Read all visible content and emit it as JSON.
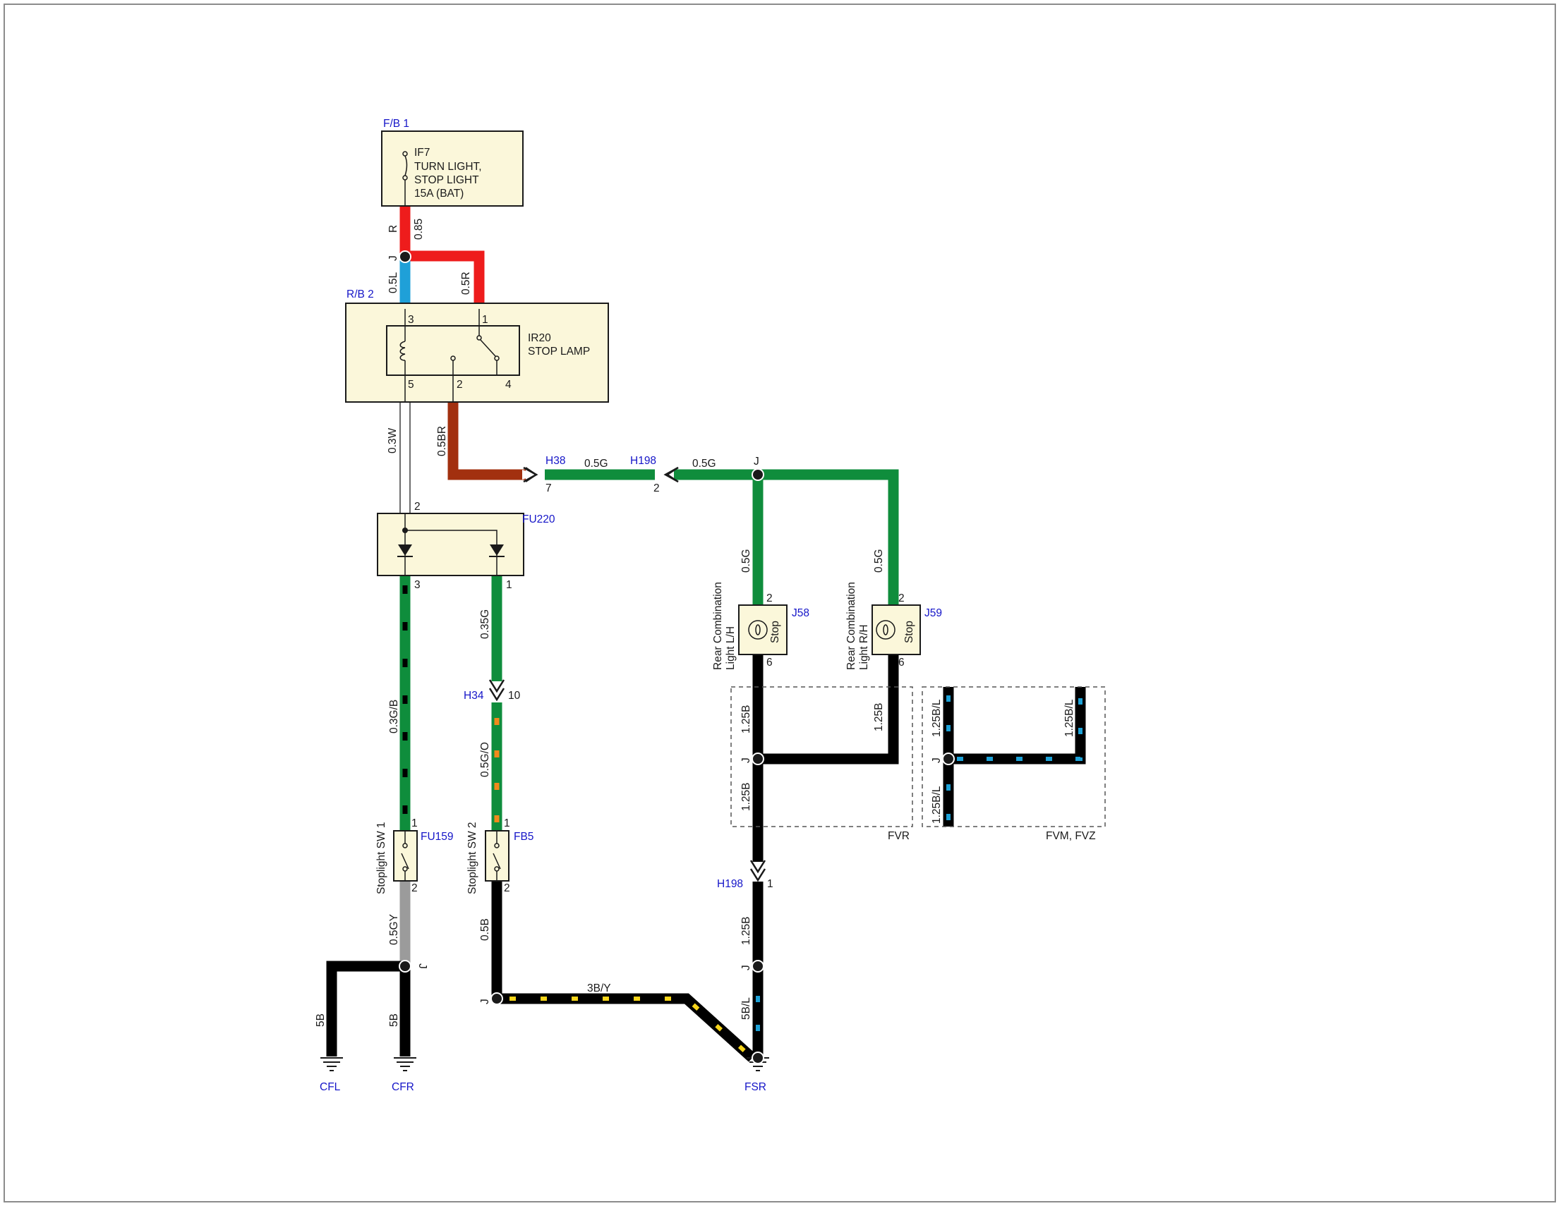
{
  "colors": {
    "red": "#ee1c1c",
    "blue": "#1fa0d8",
    "brown": "#a2300f",
    "green": "#0f8d3c",
    "black": "#000000",
    "gray": "#9b9b9b",
    "white_wire_outline": "#6e6e6e",
    "component_fill": "#fbf7da",
    "connector_label": "#1515c8",
    "stripe_orange": "#f28a1c",
    "stripe_yellow": "#f7d51a",
    "stripe_cyan": "#1da1d6"
  },
  "icons": [
    "fuse-icon",
    "relay-coil-icon",
    "relay-switch-icon",
    "diode-icon",
    "lamp-icon",
    "switch-icon",
    "ground-icon",
    "connector-chevron-icon",
    "junction-dot-icon"
  ],
  "fuse_box": {
    "label": "F/B 1",
    "text": [
      "IF7",
      "TURN LIGHT,",
      "STOP LIGHT",
      "15A (BAT)"
    ]
  },
  "relay_box": {
    "label": "R/B 2",
    "text": [
      "IR20",
      "STOP LAMP"
    ],
    "pins": {
      "p3": "3",
      "p1": "1",
      "p5": "5",
      "p2": "2",
      "p4": "4"
    }
  },
  "fu220": {
    "label": "FU220",
    "pins": {
      "in": "2",
      "out_left": "3",
      "out_right": "1"
    }
  },
  "wires": {
    "w_r085_color": "R",
    "w_r085_size": "0.85",
    "w_blue": "0.5L",
    "w_red": "0.5R",
    "w_white": "0.3W",
    "w_brown": "0.5BR",
    "w_green_1": "0.5G",
    "w_green_2": "0.5G",
    "w_j58": "0.5G",
    "w_j59": "0.5G",
    "w_gb": "0.3G/B",
    "w_035g": "0.35G",
    "w_go": "0.5G/O",
    "w_gy": "0.5GY",
    "w_cfl": "5B",
    "w_cfr": "5B",
    "w_05b": "0.5B",
    "w_3by": "3B/Y",
    "w_j58_out": "1.25B",
    "w_j59_out": "1.25B",
    "w_fvr_lower": "1.25B",
    "w_h198_lower": "1.25B",
    "w_5bl": "5B/L",
    "w_fvm_top": "1.25B/L",
    "w_fvm_right": "1.25B/L",
    "w_fvm_bottom": "1.25B/L"
  },
  "junctions": {
    "j_main": "J",
    "j_green": "J",
    "j_gy": "J",
    "j_b": "J",
    "j_fvr": "J",
    "j_fvm": "J",
    "j_lower": "J"
  },
  "connectors": {
    "h38": {
      "label": "H38",
      "pin": "7"
    },
    "h198_top": {
      "label": "H198",
      "pin": "2"
    },
    "h34": {
      "label": "H34",
      "pin": "10"
    },
    "h198_bottom": {
      "label": "H198",
      "pin": "1"
    }
  },
  "lamps": {
    "j58": {
      "label": "J58",
      "name": [
        "Rear Combination",
        "Light L/H"
      ],
      "text": "Stop",
      "pin_top": "2",
      "pin_bottom": "6"
    },
    "j59": {
      "label": "J59",
      "name": [
        "Rear Combination",
        "Light R/H"
      ],
      "text": "Stop",
      "pin_top": "2",
      "pin_bottom": "6"
    }
  },
  "switches": {
    "sw1": {
      "label": "FU159",
      "name": "Stoplight SW 1",
      "pin_top": "1",
      "pin_bottom": "2"
    },
    "sw2": {
      "label": "FB5",
      "name": "Stoplight SW 2",
      "pin_top": "1",
      "pin_bottom": "2"
    }
  },
  "variants": {
    "fvr": "FVR",
    "fvm": "FVM, FVZ"
  },
  "grounds": {
    "cfl": "CFL",
    "cfr": "CFR",
    "fsr": "FSR"
  }
}
